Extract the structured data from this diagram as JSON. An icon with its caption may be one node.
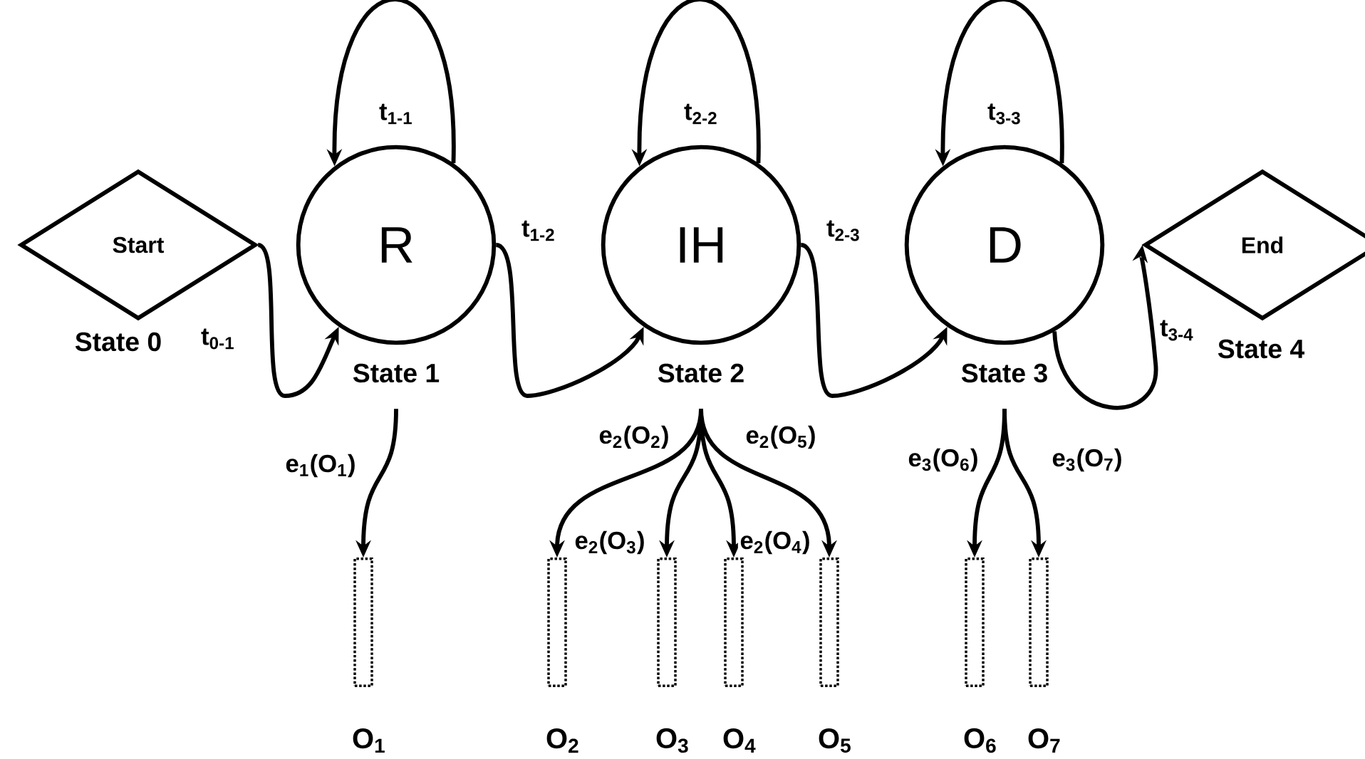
{
  "diagram": {
    "nodes": [
      {
        "text": [
          "Start"
        ],
        "beside": [
          "State 0"
        ]
      },
      {
        "text": [
          "R"
        ],
        "beside": [
          "State 1"
        ]
      },
      {
        "text": [
          "IH"
        ],
        "beside": [
          "State 2"
        ]
      },
      {
        "text": [
          "D"
        ],
        "beside": [
          "State 3"
        ]
      },
      {
        "text": [
          "End"
        ],
        "beside": [
          "State 4"
        ]
      },
      {
        "text": [
          "O$_{1}$"
        ]
      },
      {
        "text": [
          "O$_{2}$"
        ]
      },
      {
        "text": [
          "O$_{3}$"
        ]
      },
      {
        "text": [
          "O$_{4}$"
        ]
      },
      {
        "text": [
          "O$_{5}$"
        ]
      },
      {
        "text": [
          "O$_{6}$"
        ]
      },
      {
        "text": [
          "O$_{7}$"
        ]
      }
    ],
    "edges": [
      {
        "from": 0,
        "to": 1,
        "arrow": "to",
        "label": "t$_{0-1}$"
      },
      {
        "from": 1,
        "to": 1,
        "arrow": "to",
        "label": "t$_{1-1}$"
      },
      {
        "from": 1,
        "to": 2,
        "arrow": "to",
        "label": "t$_{1-2}$"
      },
      {
        "from": 2,
        "to": 2,
        "arrow": "to",
        "label": "t$_{2-2}$"
      },
      {
        "from": 2,
        "to": 3,
        "arrow": "to",
        "label": "t$_{2-3}$"
      },
      {
        "from": 3,
        "to": 3,
        "arrow": "to",
        "label": "t$_{3-3}$"
      },
      {
        "from": 3,
        "to": 4,
        "arrow": "to",
        "label": "t$_{3-4}$"
      },
      {
        "from": 1,
        "to": 5,
        "arrow": "to",
        "label": "e$_{1}$(O$_{1}$)"
      },
      {
        "from": 2,
        "to": 6,
        "arrow": "to",
        "label": "e$_{2}$(O$_{2}$)"
      },
      {
        "from": 2,
        "to": 7,
        "arrow": "to",
        "label": "e$_{2}$(O$_{3}$)"
      },
      {
        "from": 2,
        "to": 8,
        "arrow": "to",
        "label": "e$_{2}$(O$_{4}$)"
      },
      {
        "from": 2,
        "to": 9,
        "arrow": "to",
        "label": "e$_{2}$(O$_{5}$)"
      },
      {
        "from": 3,
        "to": 10,
        "arrow": "to",
        "label": "e$_{3}$(O$_{6}$)"
      },
      {
        "from": 3,
        "to": 11,
        "arrow": "to",
        "label": "e$_{3}$(O$_{7}$)"
      }
    ]
  }
}
